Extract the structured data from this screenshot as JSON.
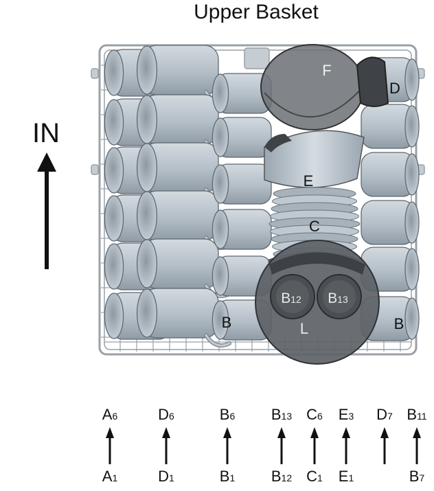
{
  "title": "Upper Basket",
  "direction_label": "IN",
  "labels": {
    "F": "F",
    "D": "D",
    "E": "E",
    "C": "C",
    "B_left": "B",
    "B_right": "B",
    "L": "L",
    "B12": {
      "main": "B",
      "sub": "12"
    },
    "B13": {
      "main": "B",
      "sub": "13"
    }
  },
  "colors": {
    "cup": "#b9c3cb",
    "cup_dark": "#8e9aa4",
    "rack": "#9aa0a6",
    "dark_item": "#5f6469",
    "text": "#111111"
  },
  "legend_columns": [
    {
      "top": {
        "main": "A",
        "sub": "6"
      },
      "bottom": {
        "main": "A",
        "sub": "1"
      }
    },
    {
      "top": {
        "main": "D",
        "sub": "6"
      },
      "bottom": {
        "main": "D",
        "sub": "1"
      }
    },
    {
      "top": {
        "main": "B",
        "sub": "6"
      },
      "bottom": {
        "main": "B",
        "sub": "1"
      }
    },
    {
      "top": {
        "main": "B",
        "sub": "13"
      },
      "bottom": {
        "main": "B",
        "sub": "12"
      }
    },
    {
      "top": {
        "main": "C",
        "sub": "6"
      },
      "bottom": {
        "main": "C",
        "sub": "1"
      }
    },
    {
      "top": {
        "main": "E",
        "sub": "3"
      },
      "bottom": {
        "main": "E",
        "sub": "1"
      }
    },
    {
      "top": {
        "main": "D",
        "sub": "7"
      },
      "bottom": null
    },
    {
      "top": {
        "main": "B",
        "sub": "11"
      },
      "bottom": {
        "main": "B",
        "sub": "7"
      }
    }
  ]
}
